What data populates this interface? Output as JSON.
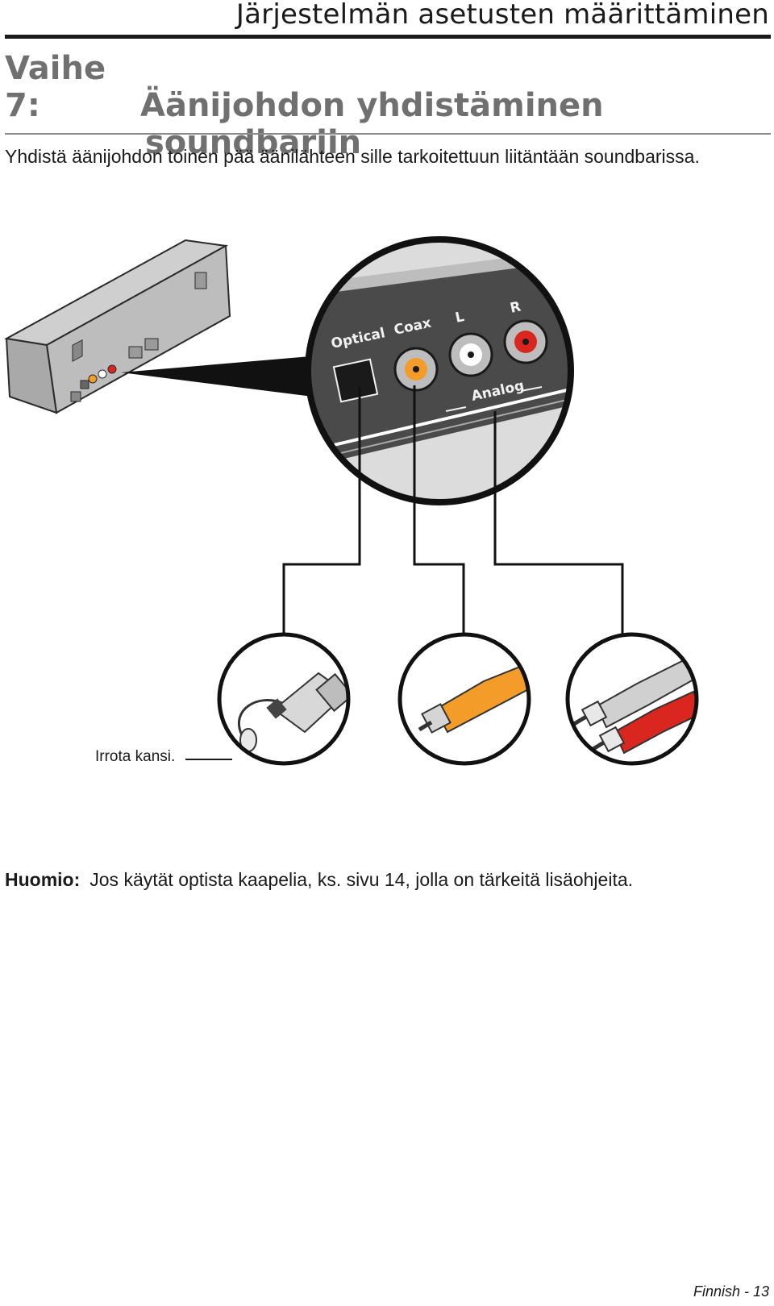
{
  "header": {
    "title": "Järjestelmän asetusten määrittäminen"
  },
  "step": {
    "number": "Vaihe 7:",
    "title_line1": "Äänijohdon yhdistäminen",
    "title_line2": "soundbariin"
  },
  "intro": "Yhdistä äänijohdon toinen pää äänilähteen sille tarkoitettuun liitäntään soundbarissa.",
  "diagram": {
    "labels": {
      "optical": "Optical",
      "coax": "Coax",
      "left": "L",
      "right": "R",
      "analog": "Analog"
    },
    "caption": "Irrota kansi.",
    "colors": {
      "coax": "#f39c2a",
      "right": "#d9271f",
      "white": "#ffffff",
      "panel": "#4a4a4a"
    }
  },
  "note": {
    "label": "Huomio:",
    "text": "Jos käytät optista kaapelia, ks. sivu 14, jolla on tärkeitä lisäohjeita."
  },
  "footer": {
    "page": "Finnish - 13"
  }
}
